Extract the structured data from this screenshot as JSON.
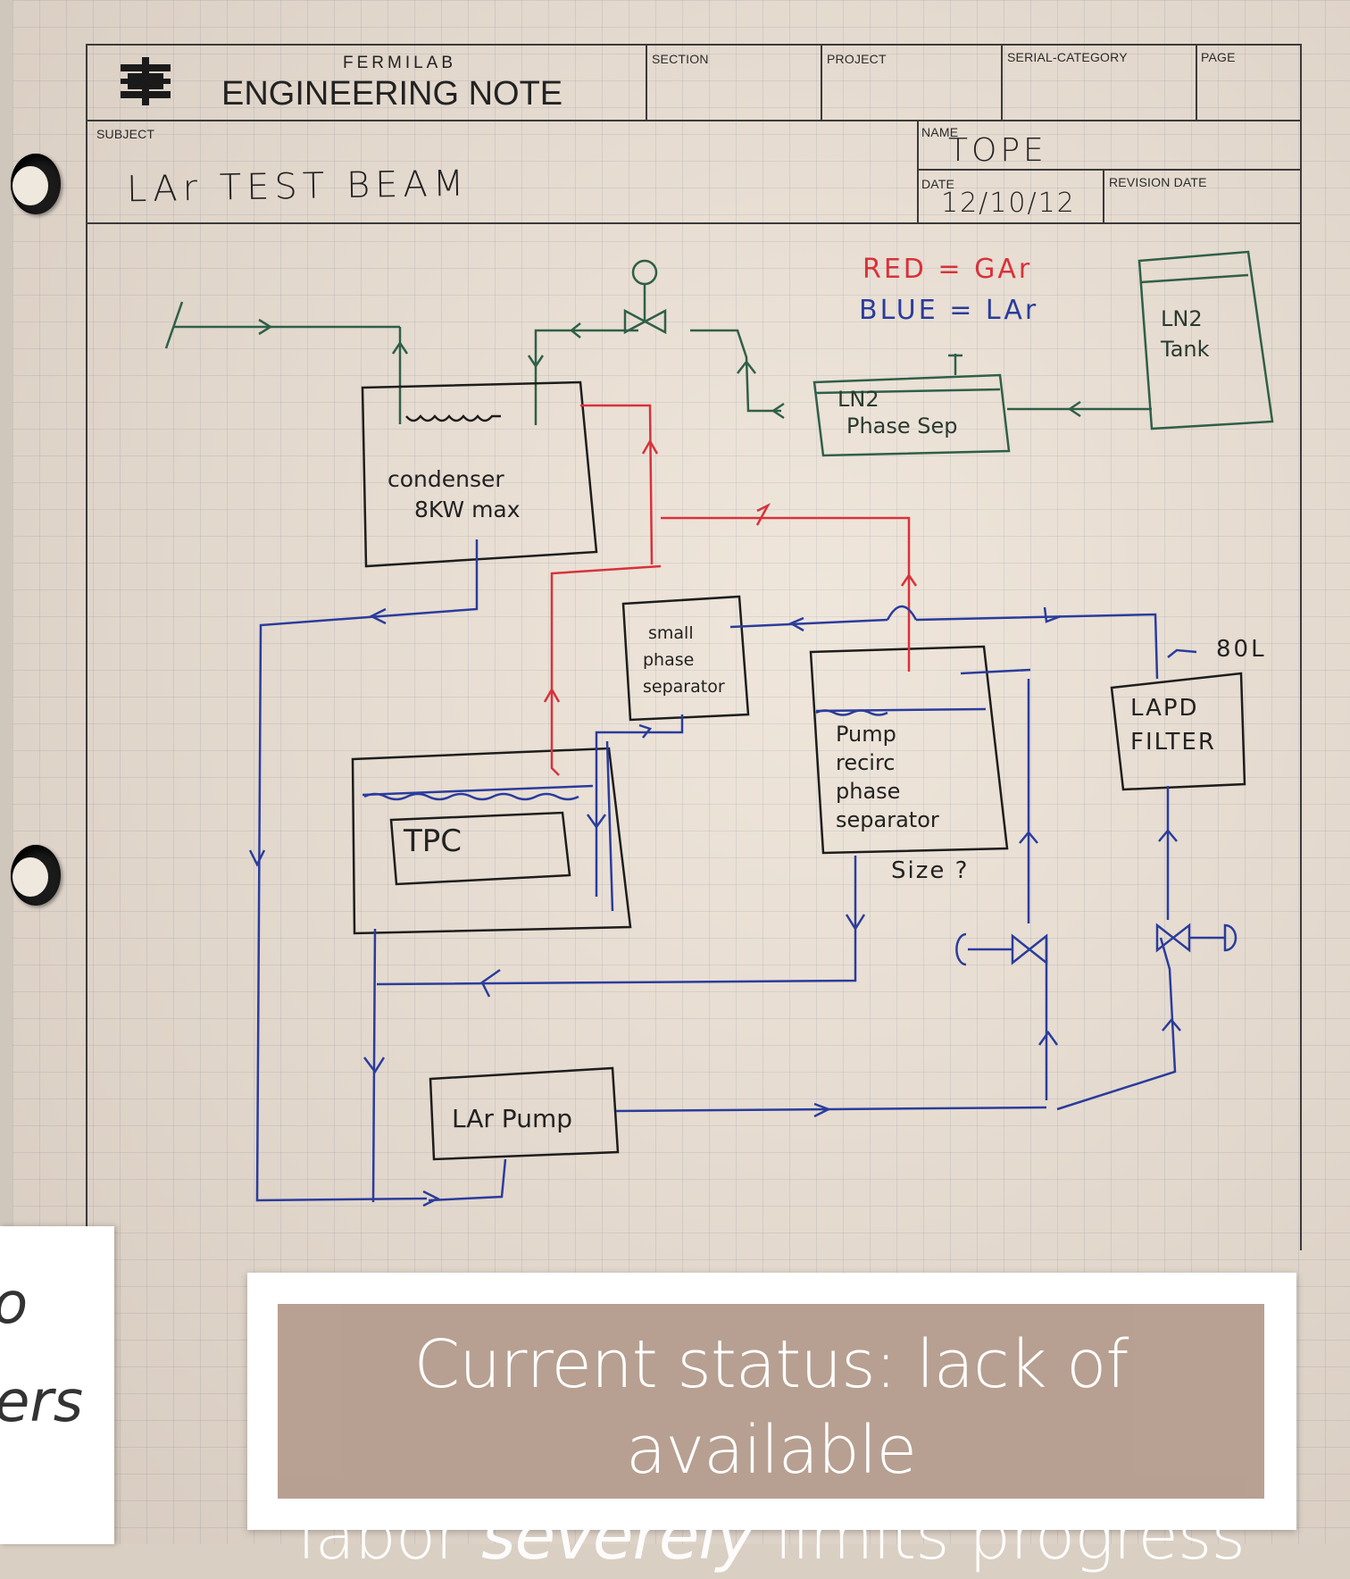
{
  "form": {
    "org": "FERMILAB",
    "title": "ENGINEERING NOTE",
    "labels": {
      "section": "SECTION",
      "project": "PROJECT",
      "serial": "SERIAL-CATEGORY",
      "page": "PAGE",
      "subject": "SUBJECT",
      "name": "NAME",
      "date": "DATE",
      "revision_date": "REVISION DATE"
    },
    "values": {
      "subject": "LAr TEST BEAM",
      "name": "TOPE",
      "date": "12/10/12"
    }
  },
  "legend": {
    "red": "RED = GAr",
    "blue": "BLUE = LAr"
  },
  "colors": {
    "gas_line": "#d8323a",
    "liquid_line": "#2a3c9c",
    "nitrogen_line": "#2f5f48",
    "ink": "#1d1d1d"
  },
  "components": {
    "ln2_tank": [
      "LN2",
      "Tank"
    ],
    "ln2_phase_sep": [
      "LN2",
      "Phase Sep"
    ],
    "condenser": [
      "condenser",
      "8KW max"
    ],
    "small_phase_sep": [
      "small",
      "phase",
      "separator"
    ],
    "pump_recirc": [
      "Pump",
      "recirc",
      "phase",
      "separator"
    ],
    "tpc": "TPC",
    "lapd_filter": [
      "LAPD",
      "FILTER"
    ],
    "lar_pump": "LAr Pump"
  },
  "annotations": {
    "size_question": "Size ?",
    "volume": "80L"
  },
  "left_panel": {
    "fragments": [
      "o",
      "ers"
    ]
  },
  "status": {
    "line1": "Current status: lack of available",
    "line2_pre": "labor ",
    "line2_em": "severely",
    "line2_post": " limits progress"
  }
}
